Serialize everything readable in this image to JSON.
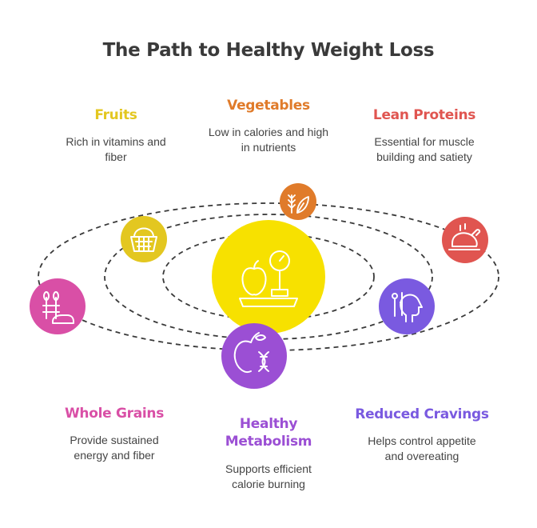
{
  "title": "The Path to Healthy Weight Loss",
  "items": {
    "fruits": {
      "label": "Fruits",
      "desc_line1": "Rich in vitamins and",
      "desc_line2": "fiber",
      "color": "#e3c720",
      "icon": "basket-icon"
    },
    "vegetables": {
      "label": "Vegetables",
      "desc_line1": "Low in calories and high",
      "desc_line2": "in nutrients",
      "color": "#e07b2a",
      "icon": "wheat-leaf-icon"
    },
    "lean_proteins": {
      "label": "Lean Proteins",
      "desc_line1": "Essential for muscle",
      "desc_line2": "building and satiety",
      "color": "#e05550",
      "icon": "roast-chicken-icon"
    },
    "whole_grains": {
      "label": "Whole Grains",
      "desc_line1": "Provide sustained",
      "desc_line2": "energy and fiber",
      "color": "#d94fa6",
      "icon": "grains-bread-icon"
    },
    "healthy_metabolism": {
      "label_line1": "Healthy",
      "label_line2": "Metabolism",
      "desc_line1": "Supports efficient",
      "desc_line2": "calorie burning",
      "color": "#9b4fd4",
      "icon": "apple-dna-icon"
    },
    "reduced_cravings": {
      "label": "Reduced Cravings",
      "desc_line1": "Helps control appetite",
      "desc_line2": "and overeating",
      "color": "#7a5ae0",
      "icon": "head-utensils-icon"
    }
  },
  "center": {
    "color": "#f7e100",
    "icon": "apple-scale-icon"
  }
}
